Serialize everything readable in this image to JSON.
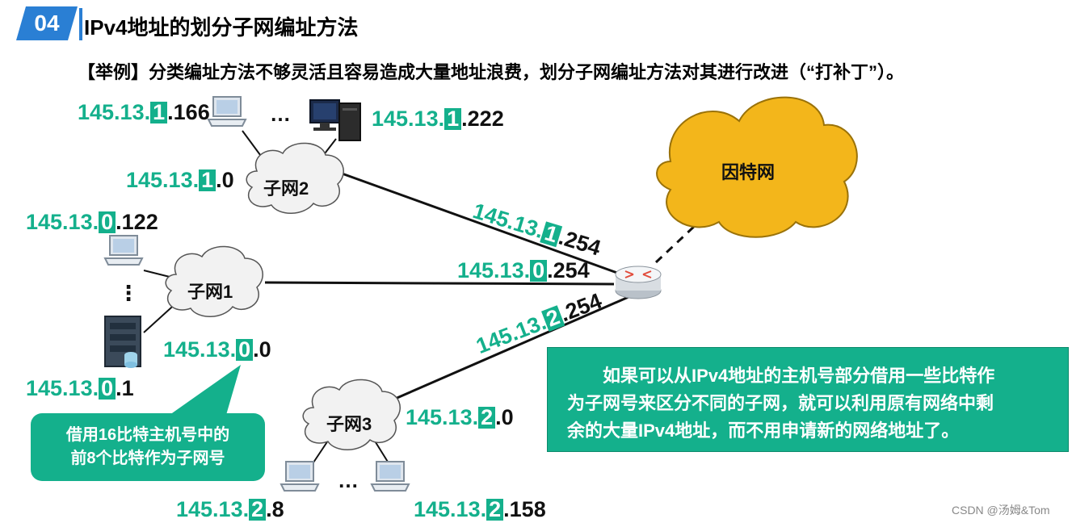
{
  "header": {
    "badge": "04",
    "title": "IPv4地址的划分子网编址方法"
  },
  "intro": "【举例】分类编址方法不够灵活且容易造成大量地址浪费，划分子网编址方法对其进行改进（“打补丁”）。",
  "clouds": {
    "internet": "因特网",
    "subnet1": "子网1",
    "subnet2": "子网2",
    "subnet3": "子网3"
  },
  "addresses": {
    "s2_host1": {
      "net": "145.13",
      "sub": "1",
      "host": "166"
    },
    "s2_host2": {
      "net": "145.13",
      "sub": "1",
      "host": "222"
    },
    "s2_net": {
      "net": "145.13",
      "sub": "1",
      "host": "0"
    },
    "s1_host1": {
      "net": "145.13",
      "sub": "0",
      "host": "122"
    },
    "s1_net": {
      "net": "145.13",
      "sub": "0",
      "host": "0"
    },
    "s1_host2": {
      "net": "145.13",
      "sub": "0",
      "host": "1"
    },
    "r_if1": {
      "net": "145.13",
      "sub": "1",
      "host": "254"
    },
    "r_if0": {
      "net": "145.13",
      "sub": "0",
      "host": "254"
    },
    "r_if2": {
      "net": "145.13",
      "sub": "2",
      "host": "254"
    },
    "s3_net": {
      "net": "145.13",
      "sub": "2",
      "host": "0"
    },
    "s3_host1": {
      "net": "145.13",
      "sub": "2",
      "host": "8"
    },
    "s3_host2": {
      "net": "145.13",
      "sub": "2",
      "host": "158"
    }
  },
  "ellipses": {
    "top": "…",
    "left": "⋮",
    "bottom": "…"
  },
  "callout_left": {
    "line1": "借用16比特主机号中的",
    "line2": "前8个比特作为子网号"
  },
  "callout_right": {
    "line1": "如果可以从IPv4地址的主机号部分借用一些比特作",
    "line2": "为子网号来区分不同的子网，就可以利用原有网络中剩",
    "line3": "余的大量IPv4地址，而不用申请新的网络地址了。"
  },
  "watermark": "CSDN @汤姆&Tom",
  "colors": {
    "accent": "#14b08c",
    "header_blue": "#2a7fd4",
    "internet_cloud": "#f3b61b"
  }
}
